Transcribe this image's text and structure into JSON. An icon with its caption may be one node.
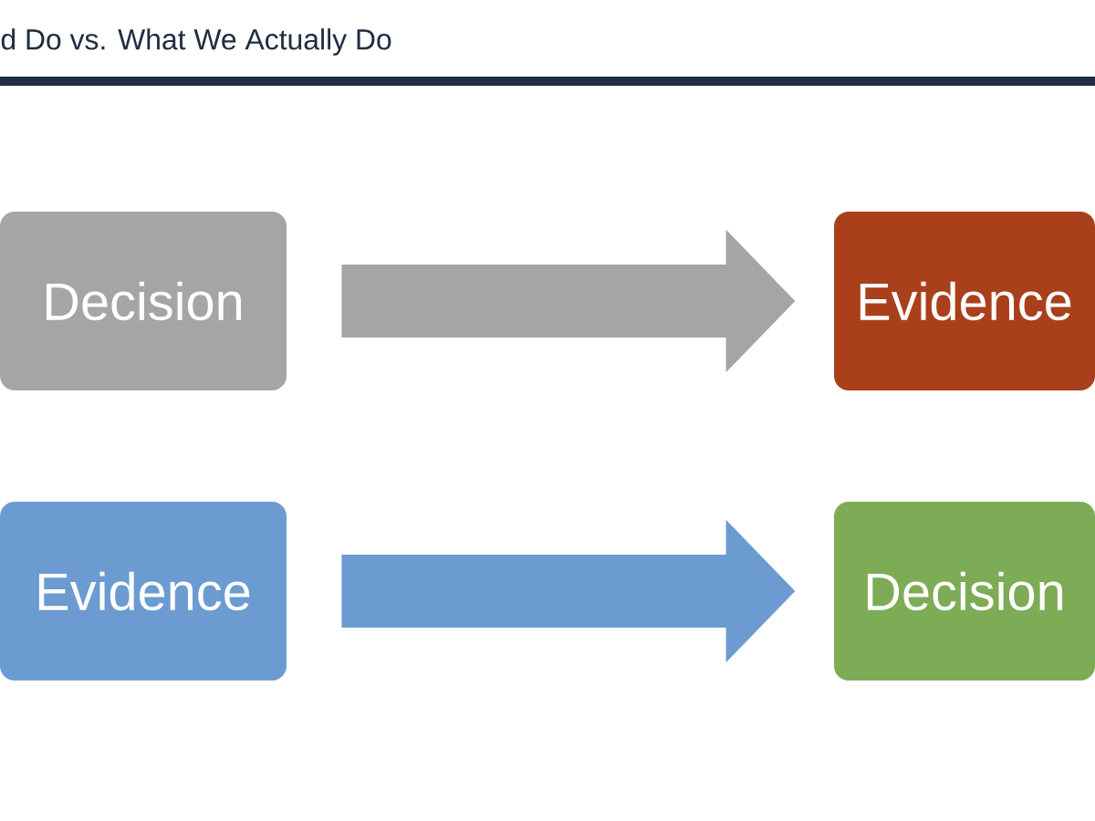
{
  "diagram": {
    "title": "d Do vs. What We Actually Do",
    "nodes": [
      {
        "text": [
          "Decision"
        ]
      },
      {
        "text": [
          "Evidence"
        ]
      },
      {
        "text": [
          "Evidence"
        ]
      },
      {
        "text": [
          "Decision"
        ]
      }
    ],
    "edges": [
      {
        "from": 0,
        "to": 1,
        "arrow": "to",
        "color": "#a5a5a5"
      },
      {
        "from": 2,
        "to": 3,
        "arrow": "to",
        "color": "#6b9bd1"
      }
    ]
  }
}
